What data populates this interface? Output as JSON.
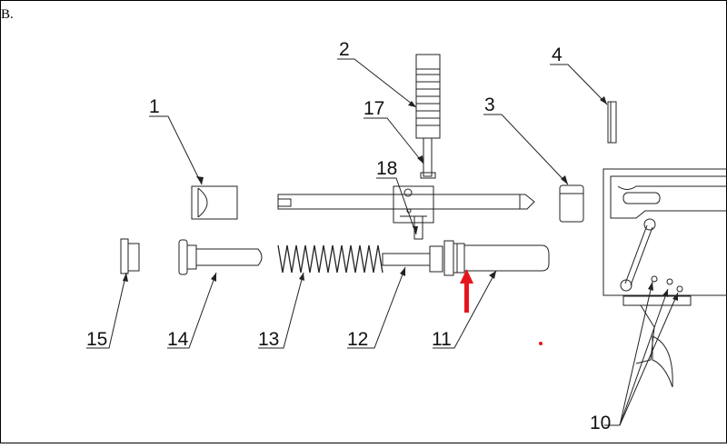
{
  "corner_label": "B.",
  "parts": [
    {
      "number": "1"
    },
    {
      "number": "2"
    },
    {
      "number": "3"
    },
    {
      "number": "4"
    },
    {
      "number": "10"
    },
    {
      "number": "11"
    },
    {
      "number": "12"
    },
    {
      "number": "13"
    },
    {
      "number": "14"
    },
    {
      "number": "15"
    },
    {
      "number": "17"
    },
    {
      "number": "18"
    }
  ],
  "colors": {
    "line": "#222222",
    "highlight_arrow": "#e8141c"
  }
}
